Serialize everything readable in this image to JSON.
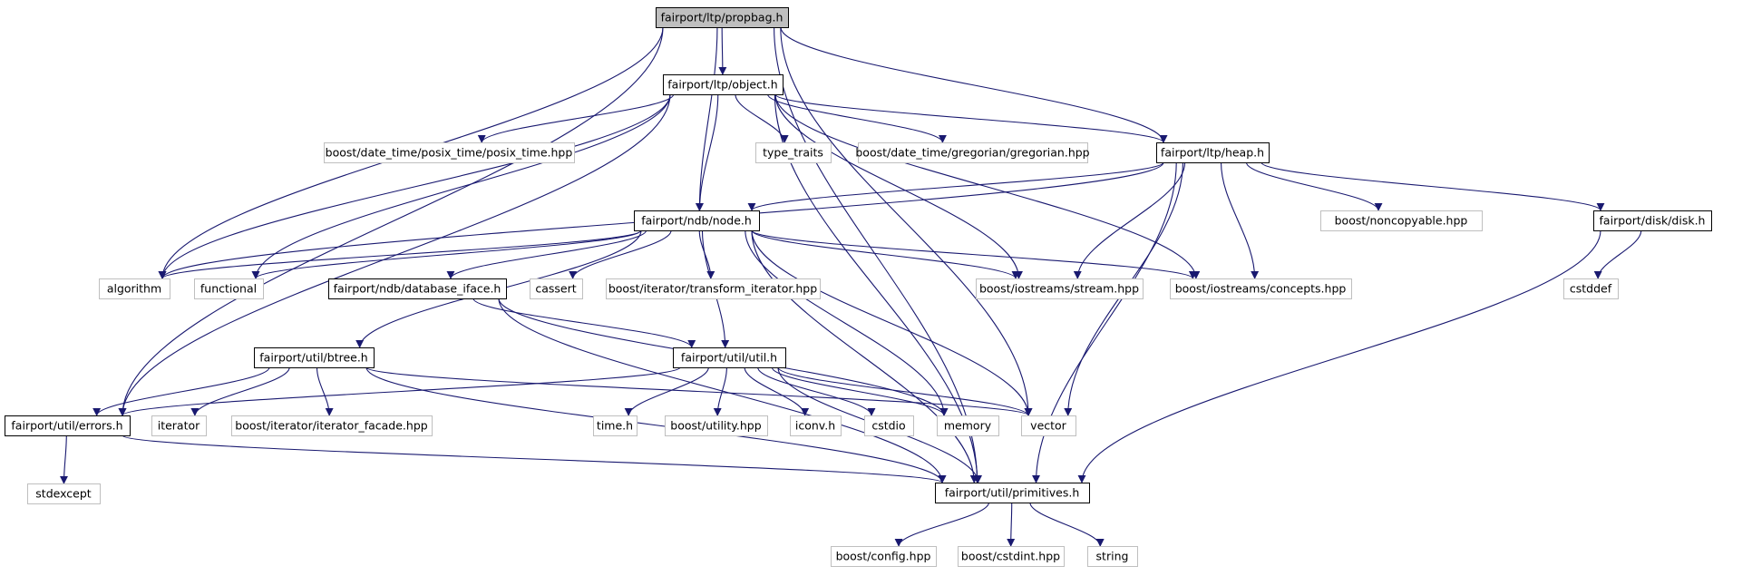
{
  "graph": {
    "edge_color": "#191970",
    "nodes": [
      {
        "id": "propbag",
        "label": "fairport/ltp/propbag.h",
        "kind": "root",
        "fill": "#bfbfbf",
        "stroke": "#000000"
      },
      {
        "id": "object",
        "label": "fairport/ltp/object.h",
        "kind": "local",
        "fill": "#ffffff",
        "stroke": "#000000"
      },
      {
        "id": "heap",
        "label": "fairport/ltp/heap.h",
        "kind": "local",
        "fill": "#ffffff",
        "stroke": "#000000"
      },
      {
        "id": "node",
        "label": "fairport/ndb/node.h",
        "kind": "local",
        "fill": "#ffffff",
        "stroke": "#000000"
      },
      {
        "id": "disk",
        "label": "fairport/disk/disk.h",
        "kind": "local",
        "fill": "#ffffff",
        "stroke": "#000000"
      },
      {
        "id": "dbiface",
        "label": "fairport/ndb/database_iface.h",
        "kind": "local",
        "fill": "#ffffff",
        "stroke": "#000000"
      },
      {
        "id": "btree",
        "label": "fairport/util/btree.h",
        "kind": "local",
        "fill": "#ffffff",
        "stroke": "#000000"
      },
      {
        "id": "util",
        "label": "fairport/util/util.h",
        "kind": "local",
        "fill": "#ffffff",
        "stroke": "#000000"
      },
      {
        "id": "errors",
        "label": "fairport/util/errors.h",
        "kind": "local",
        "fill": "#ffffff",
        "stroke": "#000000"
      },
      {
        "id": "primitives",
        "label": "fairport/util/primitives.h",
        "kind": "local",
        "fill": "#ffffff",
        "stroke": "#000000"
      },
      {
        "id": "posix",
        "label": "boost/date_time/posix_time/posix_time.hpp",
        "kind": "external",
        "fill": "#ffffff",
        "stroke": "#bfbfbf"
      },
      {
        "id": "typetraits",
        "label": "type_traits",
        "kind": "external",
        "fill": "#ffffff",
        "stroke": "#bfbfbf"
      },
      {
        "id": "gregorian",
        "label": "boost/date_time/gregorian/gregorian.hpp",
        "kind": "external",
        "fill": "#ffffff",
        "stroke": "#bfbfbf"
      },
      {
        "id": "noncopyable",
        "label": "boost/noncopyable.hpp",
        "kind": "external",
        "fill": "#ffffff",
        "stroke": "#bfbfbf"
      },
      {
        "id": "algorithm",
        "label": "algorithm",
        "kind": "external",
        "fill": "#ffffff",
        "stroke": "#bfbfbf"
      },
      {
        "id": "functional",
        "label": "functional",
        "kind": "external",
        "fill": "#ffffff",
        "stroke": "#bfbfbf"
      },
      {
        "id": "cassert",
        "label": "cassert",
        "kind": "external",
        "fill": "#ffffff",
        "stroke": "#bfbfbf"
      },
      {
        "id": "transform",
        "label": "boost/iterator/transform_iterator.hpp",
        "kind": "external",
        "fill": "#ffffff",
        "stroke": "#bfbfbf"
      },
      {
        "id": "stream",
        "label": "boost/iostreams/stream.hpp",
        "kind": "external",
        "fill": "#ffffff",
        "stroke": "#bfbfbf"
      },
      {
        "id": "concepts",
        "label": "boost/iostreams/concepts.hpp",
        "kind": "external",
        "fill": "#ffffff",
        "stroke": "#bfbfbf"
      },
      {
        "id": "cstddef",
        "label": "cstddef",
        "kind": "external",
        "fill": "#ffffff",
        "stroke": "#bfbfbf"
      },
      {
        "id": "iterator",
        "label": "iterator",
        "kind": "external",
        "fill": "#ffffff",
        "stroke": "#bfbfbf"
      },
      {
        "id": "facade",
        "label": "boost/iterator/iterator_facade.hpp",
        "kind": "external",
        "fill": "#ffffff",
        "stroke": "#bfbfbf"
      },
      {
        "id": "timeh",
        "label": "time.h",
        "kind": "external",
        "fill": "#ffffff",
        "stroke": "#bfbfbf"
      },
      {
        "id": "utility",
        "label": "boost/utility.hpp",
        "kind": "external",
        "fill": "#ffffff",
        "stroke": "#bfbfbf"
      },
      {
        "id": "iconv",
        "label": "iconv.h",
        "kind": "external",
        "fill": "#ffffff",
        "stroke": "#bfbfbf"
      },
      {
        "id": "cstdio",
        "label": "cstdio",
        "kind": "external",
        "fill": "#ffffff",
        "stroke": "#bfbfbf"
      },
      {
        "id": "memory",
        "label": "memory",
        "kind": "external",
        "fill": "#ffffff",
        "stroke": "#bfbfbf"
      },
      {
        "id": "vector",
        "label": "vector",
        "kind": "external",
        "fill": "#ffffff",
        "stroke": "#bfbfbf"
      },
      {
        "id": "stdexcept",
        "label": "stdexcept",
        "kind": "external",
        "fill": "#ffffff",
        "stroke": "#bfbfbf"
      },
      {
        "id": "config",
        "label": "boost/config.hpp",
        "kind": "external",
        "fill": "#ffffff",
        "stroke": "#bfbfbf"
      },
      {
        "id": "cstdint",
        "label": "boost/cstdint.hpp",
        "kind": "external",
        "fill": "#ffffff",
        "stroke": "#bfbfbf"
      },
      {
        "id": "string",
        "label": "string",
        "kind": "external",
        "fill": "#ffffff",
        "stroke": "#bfbfbf"
      }
    ],
    "edges": [
      [
        "propbag",
        "object"
      ],
      [
        "propbag",
        "heap"
      ],
      [
        "propbag",
        "node"
      ],
      [
        "propbag",
        "algorithm"
      ],
      [
        "propbag",
        "errors"
      ],
      [
        "propbag",
        "vector"
      ],
      [
        "propbag",
        "primitives"
      ],
      [
        "object",
        "posix"
      ],
      [
        "object",
        "typetraits"
      ],
      [
        "object",
        "gregorian"
      ],
      [
        "object",
        "heap"
      ],
      [
        "object",
        "node"
      ],
      [
        "object",
        "algorithm"
      ],
      [
        "object",
        "functional"
      ],
      [
        "object",
        "errors"
      ],
      [
        "object",
        "stream"
      ],
      [
        "object",
        "concepts"
      ],
      [
        "object",
        "primitives"
      ],
      [
        "heap",
        "node"
      ],
      [
        "heap",
        "noncopyable"
      ],
      [
        "heap",
        "disk"
      ],
      [
        "heap",
        "algorithm"
      ],
      [
        "heap",
        "stream"
      ],
      [
        "heap",
        "concepts"
      ],
      [
        "heap",
        "vector"
      ],
      [
        "heap",
        "primitives"
      ],
      [
        "node",
        "algorithm"
      ],
      [
        "node",
        "functional"
      ],
      [
        "node",
        "dbiface"
      ],
      [
        "node",
        "cassert"
      ],
      [
        "node",
        "transform"
      ],
      [
        "node",
        "stream"
      ],
      [
        "node",
        "concepts"
      ],
      [
        "node",
        "btree"
      ],
      [
        "node",
        "util"
      ],
      [
        "node",
        "memory"
      ],
      [
        "node",
        "vector"
      ],
      [
        "node",
        "primitives"
      ],
      [
        "disk",
        "cstddef"
      ],
      [
        "disk",
        "primitives"
      ],
      [
        "dbiface",
        "util"
      ],
      [
        "dbiface",
        "memory"
      ],
      [
        "dbiface",
        "primitives"
      ],
      [
        "btree",
        "errors"
      ],
      [
        "btree",
        "iterator"
      ],
      [
        "btree",
        "facade"
      ],
      [
        "btree",
        "vector"
      ],
      [
        "btree",
        "primitives"
      ],
      [
        "util",
        "errors"
      ],
      [
        "util",
        "timeh"
      ],
      [
        "util",
        "utility"
      ],
      [
        "util",
        "iconv"
      ],
      [
        "util",
        "cstdio"
      ],
      [
        "util",
        "memory"
      ],
      [
        "util",
        "vector"
      ],
      [
        "util",
        "primitives"
      ],
      [
        "errors",
        "stdexcept"
      ],
      [
        "errors",
        "primitives"
      ],
      [
        "primitives",
        "config"
      ],
      [
        "primitives",
        "cstdint"
      ],
      [
        "primitives",
        "string"
      ]
    ]
  }
}
